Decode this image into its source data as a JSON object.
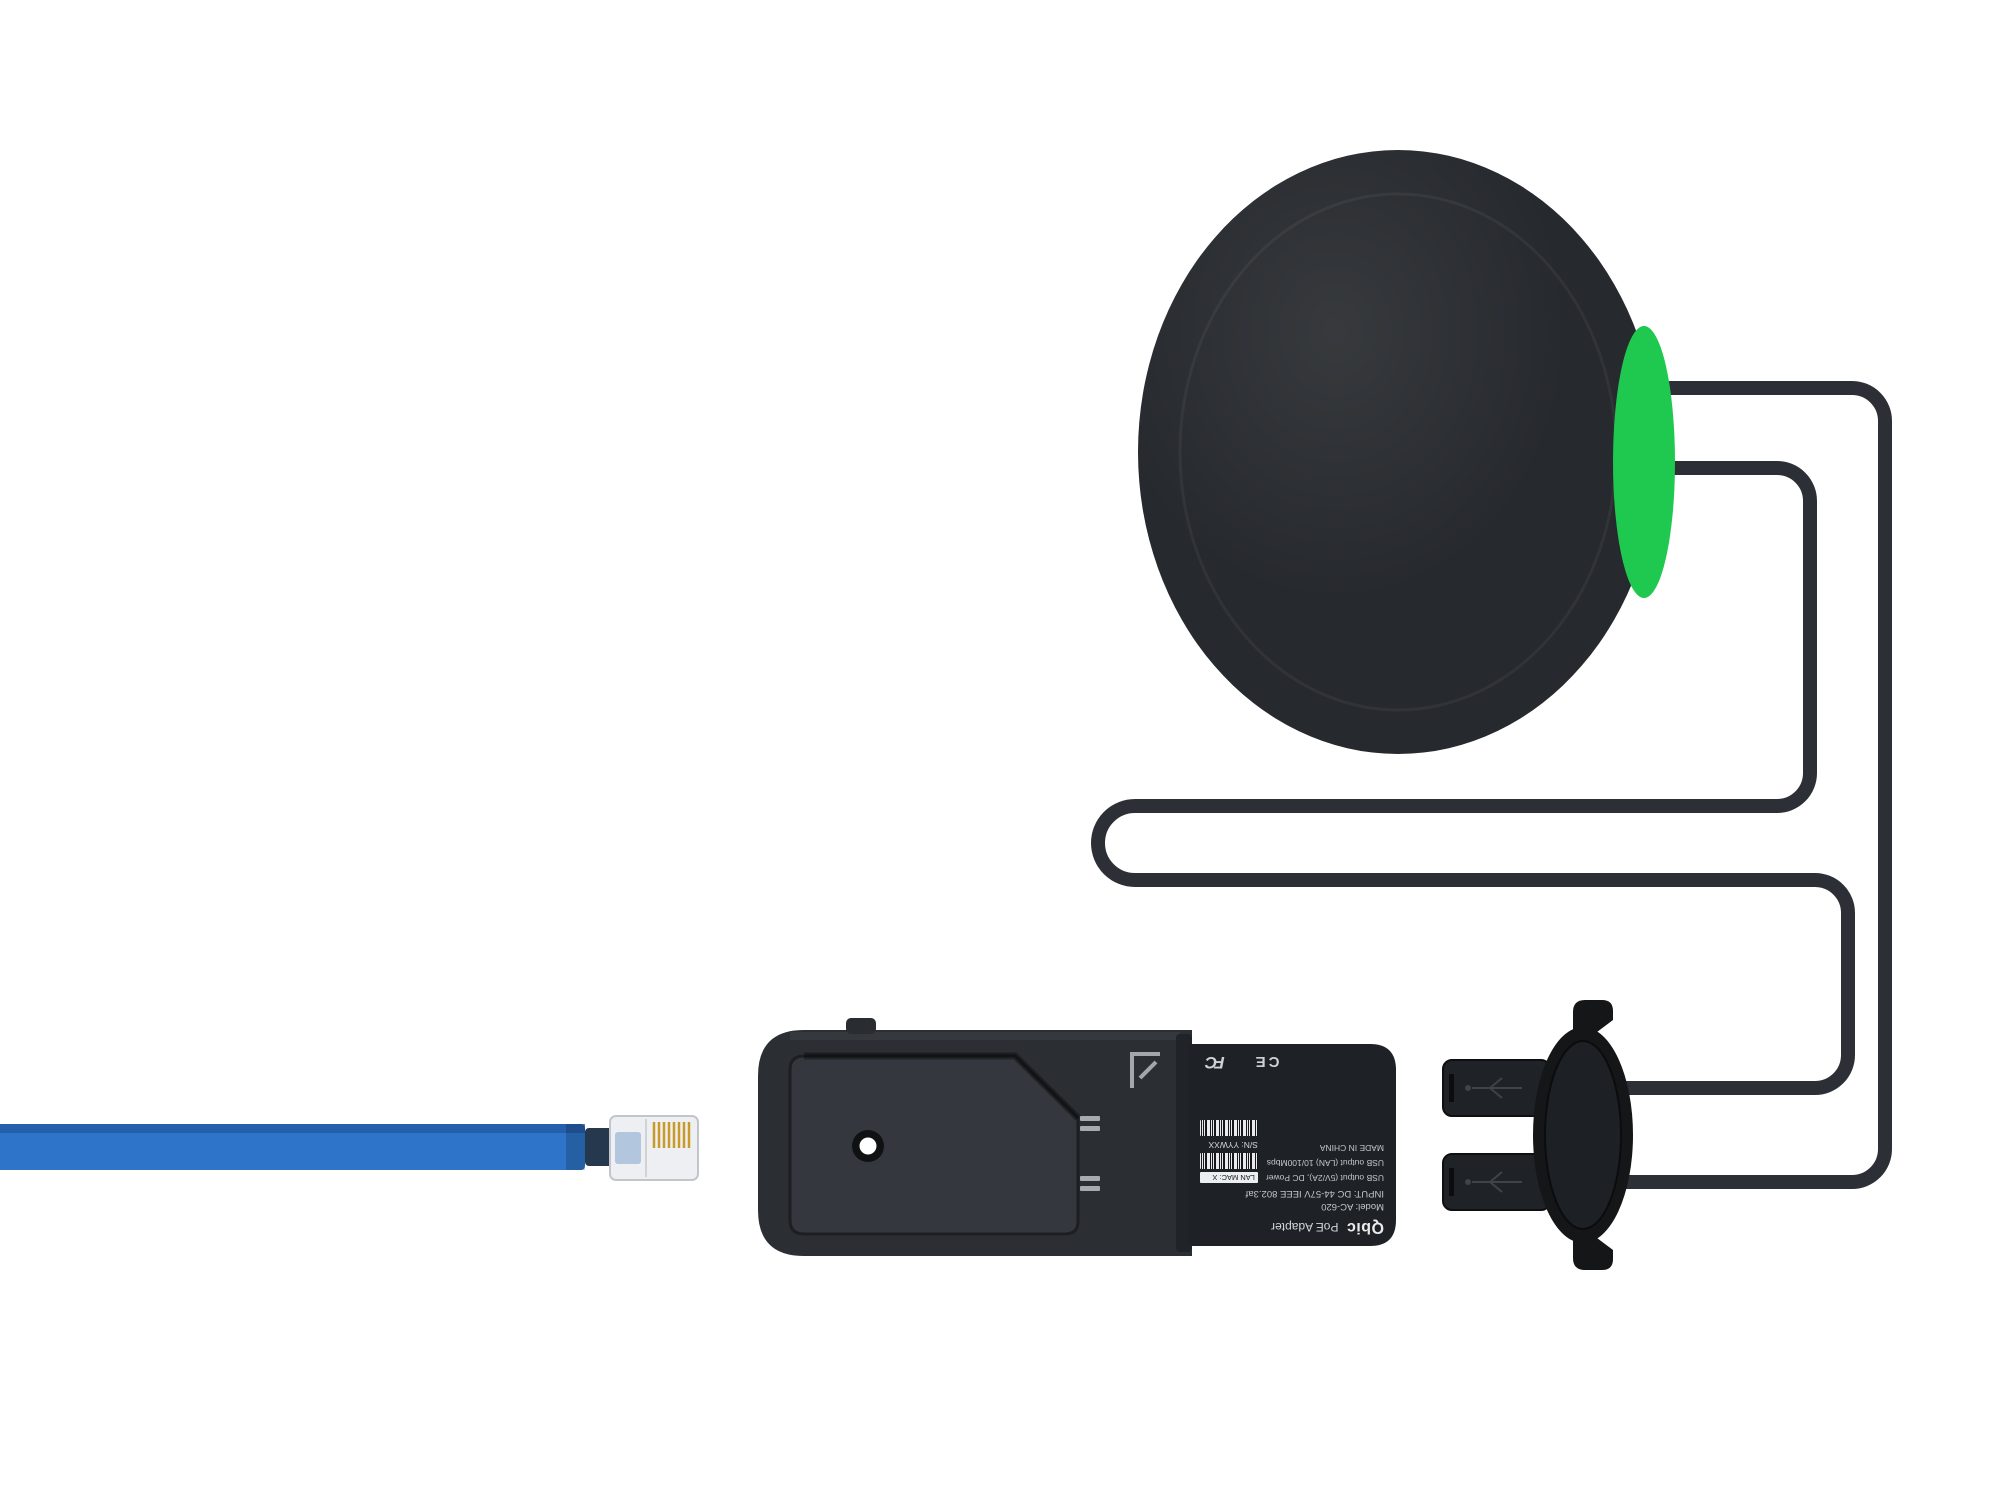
{
  "colors": {
    "puck_body": "#26292d",
    "status_green": "#1fc94f",
    "cable": "#2c3036",
    "adapter_body": "#2b2f34",
    "adapter_recess": "#34383e",
    "label_face": "#1e2125",
    "connector_dark": "#141618",
    "plug_body": "#1f2226",
    "ethernet_blue": "#2e74c9",
    "rj45_body": "#edeff2",
    "rj45_pins": "#c79a2a"
  },
  "adapter_label": {
    "brand": "Qbic",
    "product": "PoE Adapter",
    "model": "Model: AC-620",
    "input": "INPUT: DC 44-57V IEEE 802.3af",
    "usb_power_output": "USB output (5V/2A), DC Power",
    "usb_lan_output": "USB output (LAN)",
    "usb_lan_speed": "10/100Mbps",
    "made_in": "MADE IN CHINA",
    "lan_mac": "LAN MAC: X",
    "serial": "S/N: YYWXX",
    "fcc_mark": "FC",
    "ce_mark": "CE"
  }
}
